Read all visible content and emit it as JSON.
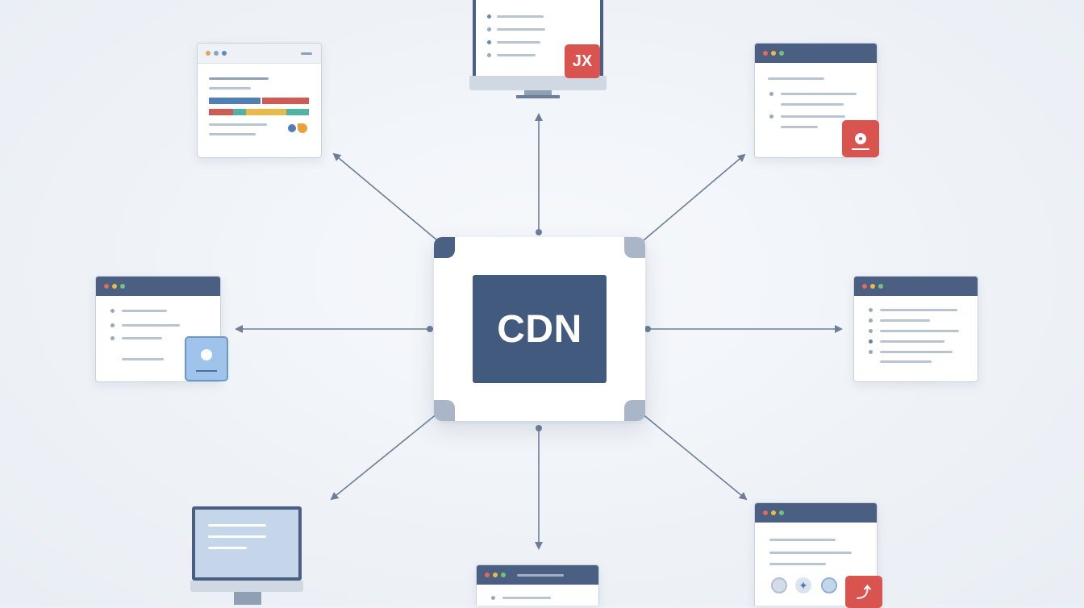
{
  "hub": {
    "label": "CDN"
  },
  "badges": {
    "top_monitor": "JX"
  },
  "colors": {
    "hub_chip": "#435a7f",
    "window_bar": "#4b5f82",
    "connector": "#6d7f98",
    "badge_red": "#d9534f",
    "badge_blue": "#9fc3ea"
  },
  "icons": [
    "hub-chip",
    "browser-window",
    "desktop-monitor",
    "code-badge",
    "location-badge",
    "user-badge",
    "gear-icons"
  ]
}
